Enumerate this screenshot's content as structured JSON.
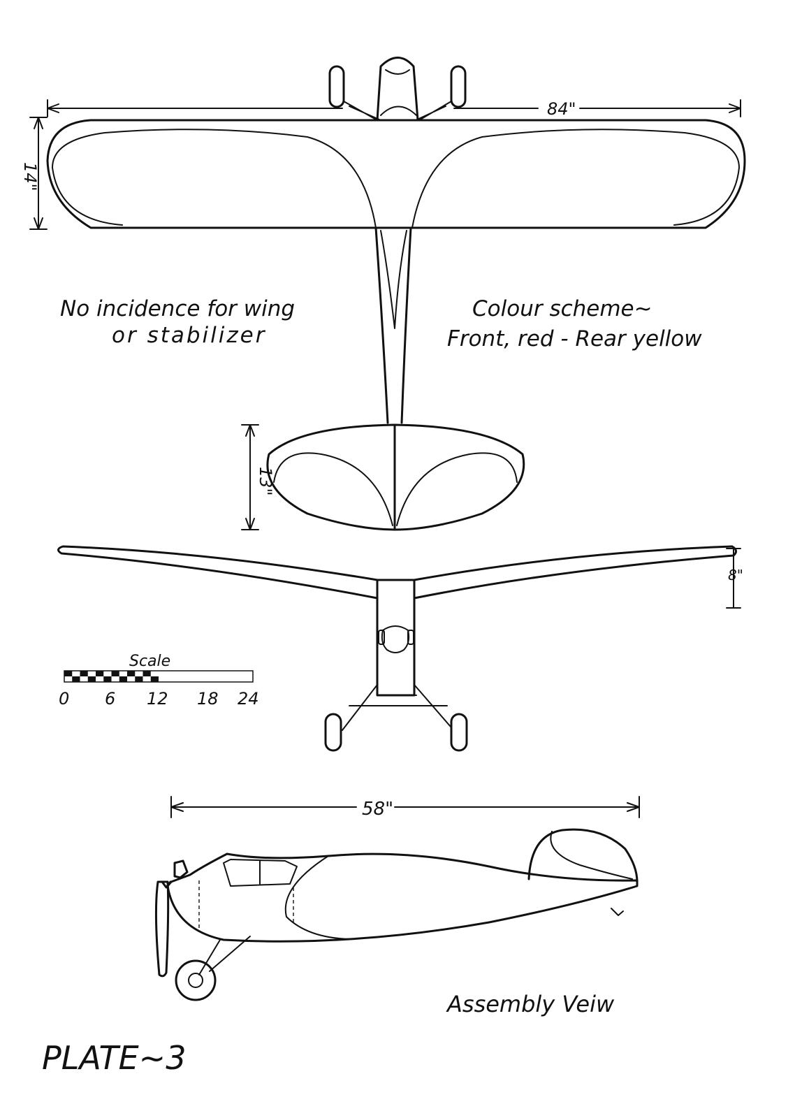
{
  "plate": {
    "title": "PLATE~3",
    "view_label": "Assembly Veiw"
  },
  "notes": {
    "incidence_line1": "No incidence for wing",
    "incidence_line2": "or stabilizer",
    "colour_line1": "Colour scheme~",
    "colour_line2": "Front, red - Rear yellow"
  },
  "dimensions": {
    "wingspan": "84\"",
    "wing_chord": "14\"",
    "stab_chord": "13\"",
    "dihedral": "8\"",
    "length": "58\""
  },
  "scale": {
    "title": "Scale",
    "ticks": [
      "0",
      "6",
      "12",
      "18",
      "24"
    ]
  }
}
